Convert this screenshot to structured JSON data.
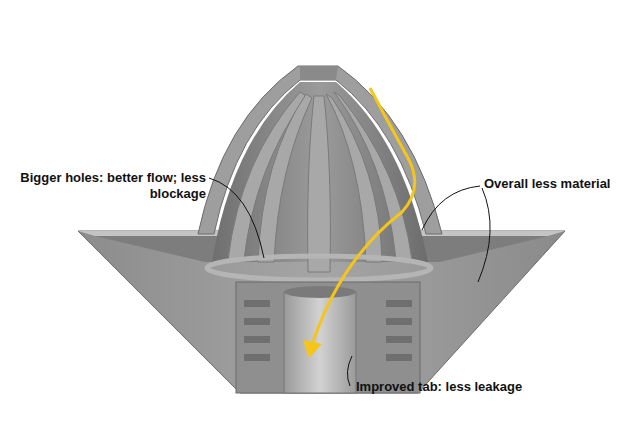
{
  "diagram": {
    "labels": [
      "Bigger holes: better flow; less blockage",
      "Overall less material",
      "Improved tab: less leakage"
    ]
  }
}
